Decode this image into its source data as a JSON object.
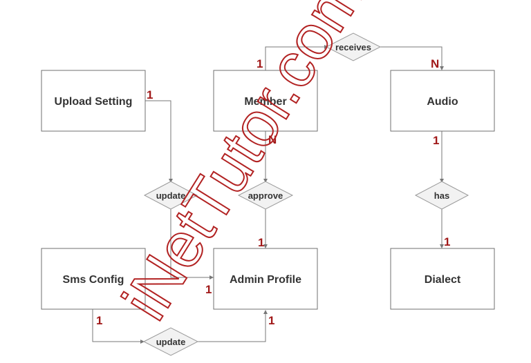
{
  "colors": {
    "cardinality": "#a01818",
    "watermark": "#b22222",
    "line": "#777777"
  },
  "entities": {
    "upload_setting": "Upload Setting",
    "member": "Member",
    "audio": "Audio",
    "sms_config": "Sms Config",
    "admin_profile": "Admin Profile",
    "dialect": "Dialect"
  },
  "relationships": {
    "receives": "receives",
    "update_upload": "update",
    "approve": "approve",
    "has": "has",
    "update_sms": "update"
  },
  "cardinalities": {
    "receives_member": "1",
    "receives_audio": "N",
    "update_upload_setting": "1",
    "update_admin_profile": "1",
    "approve_member": "N",
    "approve_admin_profile": "1",
    "has_audio": "1",
    "has_dialect": "1",
    "update_sms_config": "1",
    "update_sms_admin_profile": "1"
  },
  "watermark": {
    "text": "iNetTutor.com"
  }
}
